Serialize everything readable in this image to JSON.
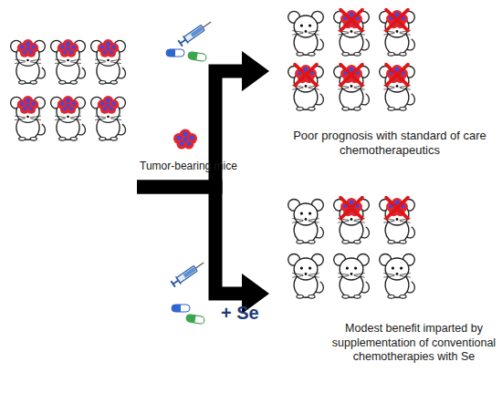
{
  "diagram": {
    "nodes": [
      {
        "text": [
          "Tumor-bearing mice"
        ]
      },
      {
        "text": [
          "Poor prognosis with standard of care chemotherapeutics"
        ]
      },
      {
        "text": [
          "Modest benefit imparted by supplementation of conventional chemotherapies with Se"
        ]
      }
    ],
    "edges": [
      {
        "from": 0,
        "to": 1,
        "arrow": "to"
      },
      {
        "from": 0,
        "to": 2,
        "arrow": "to",
        "label": "+ Se"
      }
    ]
  }
}
